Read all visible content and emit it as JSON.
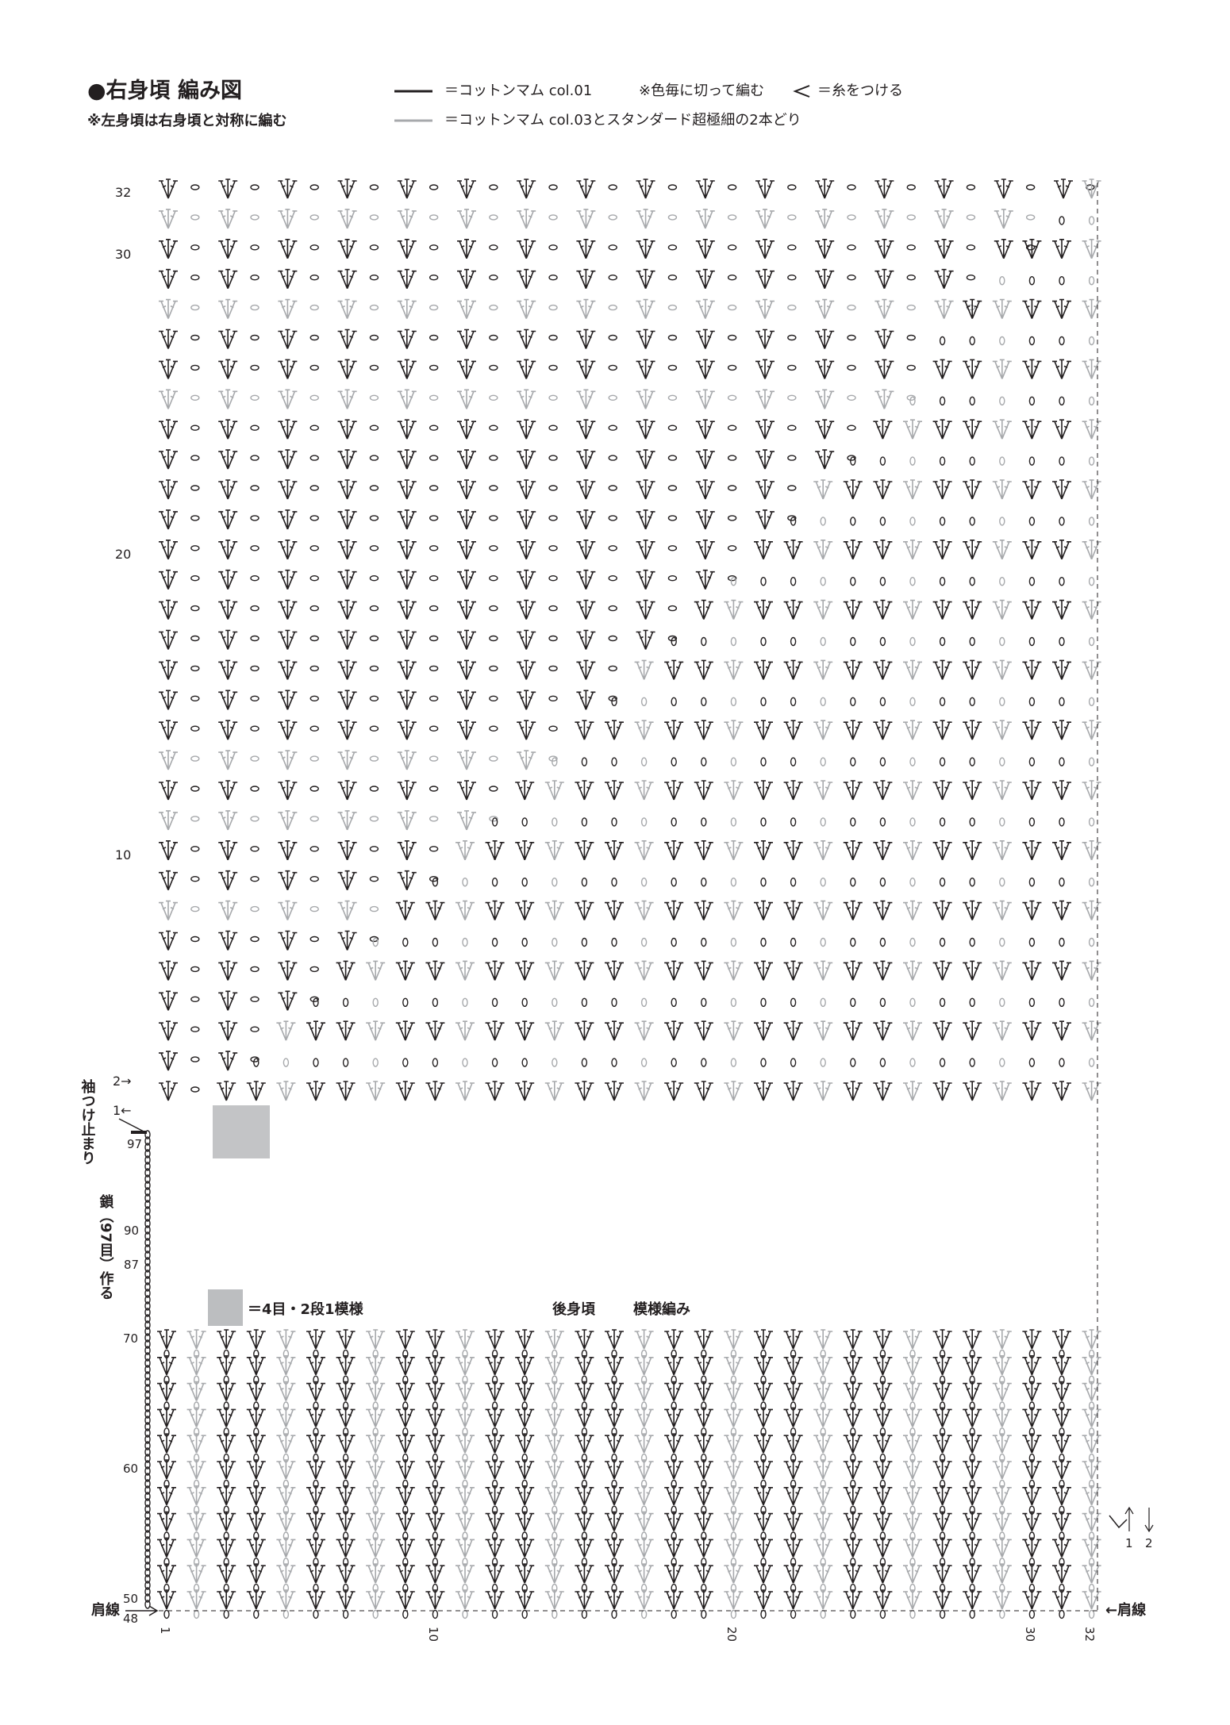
{
  "header": {
    "title": "●右身頃 編み図",
    "note": "※左身頃は右身頃と対称に編む",
    "legend_black": "＝コットンマム col.01",
    "legend_gray": "＝コットンマム col.03とスタンダード超極細の2本どり",
    "color_note": "※色毎に切って編む",
    "join_note": "＝糸をつける"
  },
  "labels": {
    "sleeve_stop": "袖つけ止まり",
    "chain_note": "鎖（97目）作る",
    "repeat_note": "＝4目・2段1模様",
    "back_body": "後身頃",
    "pattern": "模様編み",
    "shoulder_left": "肩線",
    "shoulder_right": "←肩線",
    "row2_arrow": "2→",
    "row1_arrow": "1←",
    "up1": "1",
    "up2": "2"
  },
  "row_numbers": {
    "upper": [
      "32",
      "30",
      "20",
      "10"
    ],
    "chain": [
      "97",
      "90",
      "87"
    ],
    "lower": [
      "70",
      "60",
      "50",
      "48"
    ]
  },
  "column_numbers": [
    "1",
    "10",
    "20",
    "30",
    "32"
  ],
  "colors": {
    "black": "#231f20",
    "gray": "#a7a9ac",
    "repeat_box": "#bcbec0"
  }
}
